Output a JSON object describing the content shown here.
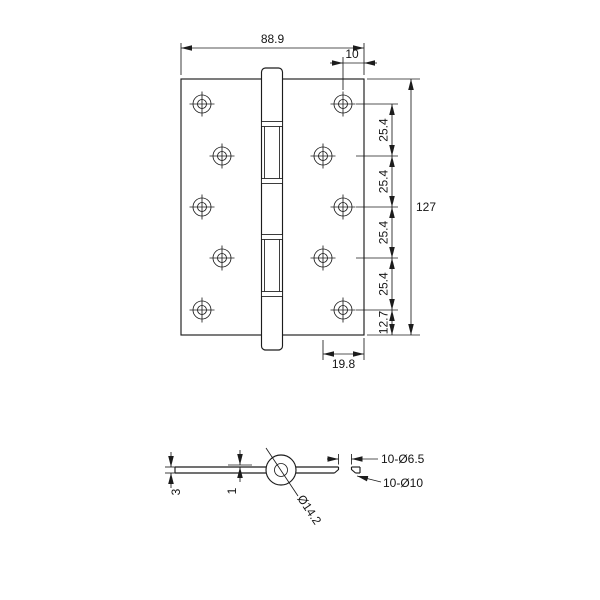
{
  "colors": {
    "ink": "#1c1c1c",
    "background": "#ffffff"
  },
  "front_view": {
    "dim_width": "88.9",
    "dim_edge_to_hole": "10",
    "dim_overall_height": "127",
    "pitches": [
      "25.4",
      "25.4",
      "25.4",
      "25.4"
    ],
    "dim_bottom_offset": "12.7",
    "dim_hole_inset": "19.8"
  },
  "section_view": {
    "dim_leaf_thickness": "3",
    "dim_gap": "1",
    "dim_knuckle_diameter": "Ø14.2",
    "callout_pilot_holes": "10-Ø6.5",
    "callout_countersink_holes": "10-Ø10"
  }
}
